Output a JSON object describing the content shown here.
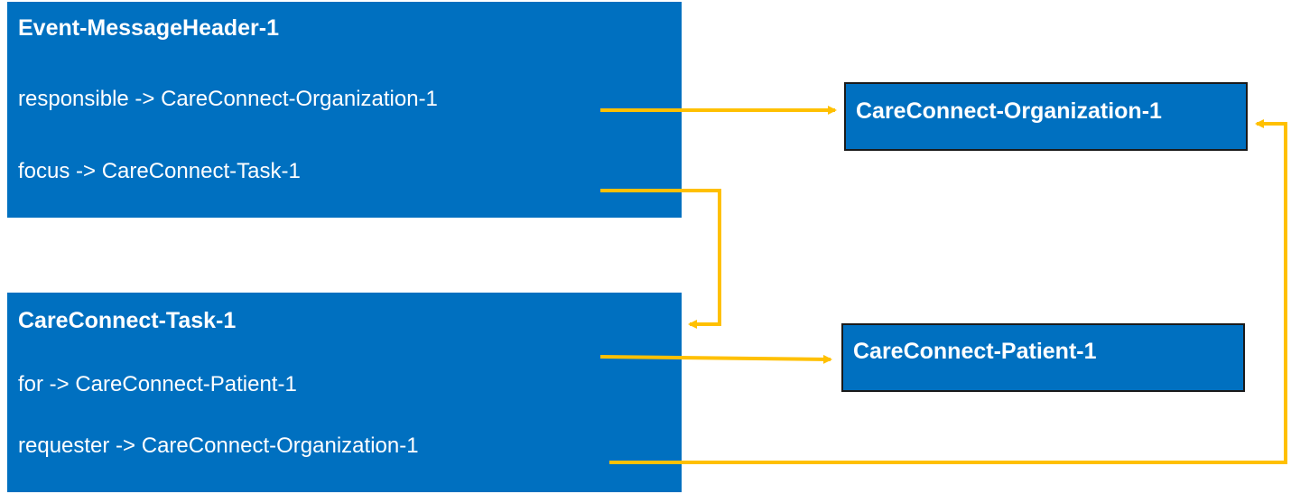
{
  "colors": {
    "box_fill": "#0070c0",
    "box_border": "#1a1a1a",
    "text": "#ffffff",
    "connector": "#ffc000",
    "background": "#ffffff"
  },
  "message_header": {
    "title": "Event-MessageHeader-1",
    "fields": [
      "responsible -> CareConnect-Organization-1",
      "focus -> CareConnect-Task-1"
    ]
  },
  "task": {
    "title": "CareConnect-Task-1",
    "fields": [
      "for -> CareConnect-Patient-1",
      "requester -> CareConnect-Organization-1"
    ]
  },
  "organization": {
    "title": "CareConnect-Organization-1"
  },
  "patient": {
    "title": "CareConnect-Patient-1"
  },
  "connectors": [
    {
      "from": "message_header.responsible",
      "to": "organization"
    },
    {
      "from": "message_header.focus",
      "to": "task"
    },
    {
      "from": "task.for",
      "to": "patient"
    },
    {
      "from": "task.requester",
      "to": "organization"
    }
  ]
}
